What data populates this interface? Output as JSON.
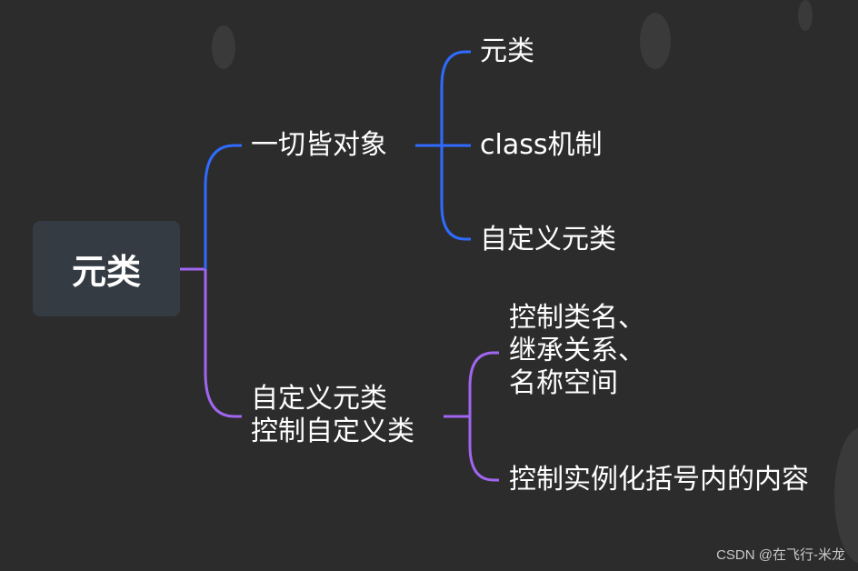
{
  "root": {
    "label": "元类"
  },
  "branch_1": {
    "label": "一切皆对象",
    "children": [
      "元类",
      "class机制",
      "自定义元类"
    ]
  },
  "branch_2": {
    "lines": [
      "自定义元类",
      "控制自定义类"
    ],
    "child_1_lines": [
      "控制类名、",
      "继承关系、",
      "名称空间"
    ],
    "child_2": "控制实例化括号内的内容"
  },
  "watermark": "CSDN @在飞行-米龙",
  "colors": {
    "background": "#2c2c2c",
    "root_box": "#343b43",
    "branch_blue": "#2f6bff",
    "branch_purple": "#a066f0",
    "text": "#ffffff"
  }
}
